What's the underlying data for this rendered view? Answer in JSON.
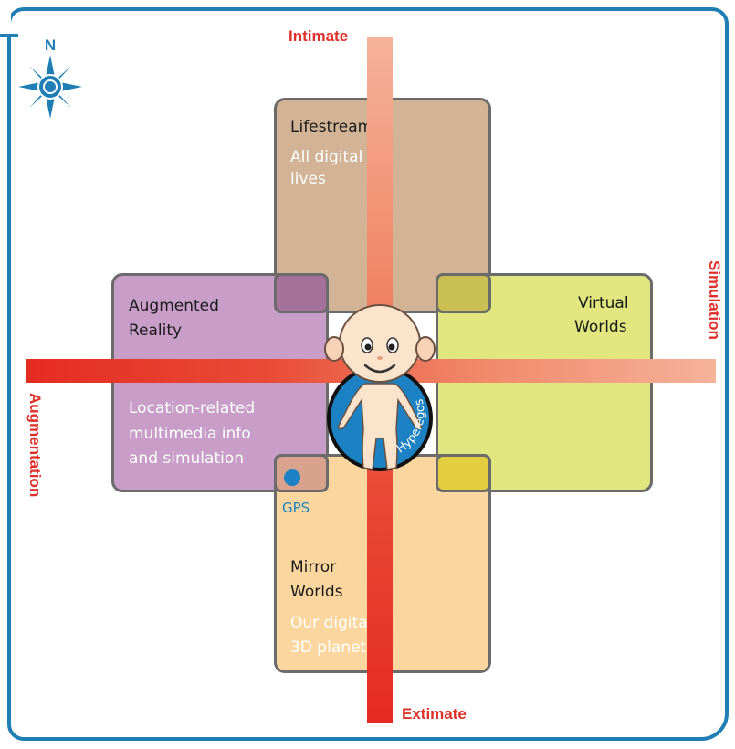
{
  "compass": {
    "north_label": "N",
    "icon": "compass-rose-icon"
  },
  "axes": {
    "top": "Intimate",
    "bottom": "Extimate",
    "right": "Simulation",
    "left": "Augmentation"
  },
  "quadrants": {
    "lifestreams": {
      "title": "Lifestreams",
      "subtitle_1": "All digital",
      "subtitle_2": "lives"
    },
    "augmented_reality": {
      "title_1": "Augmented",
      "title_2": "Reality",
      "subtitle_1": "Location-related",
      "subtitle_2": "multimedia info",
      "subtitle_3": "and simulation"
    },
    "virtual_worlds": {
      "title_1": "Virtual",
      "title_2": "Worlds"
    },
    "mirror_worlds": {
      "title_1": "Mirror",
      "title_2": "Worlds",
      "subtitle_1": "Our digital",
      "subtitle_2": "3D planet"
    }
  },
  "gps": {
    "label": "GPS"
  },
  "center": {
    "badge_label": "Hyperegos",
    "icon": "avatar-figure-icon"
  },
  "colors": {
    "frame": "#1f7fb5",
    "axis_red": "#e52b22",
    "axis_light": "#f5b39a",
    "lifestreams": "#caa682",
    "augmented_reality": "#be8cbe",
    "virtual_worlds": "#dce269",
    "mirror_worlds": "#facd87",
    "gps_blue": "#1c82c4"
  }
}
